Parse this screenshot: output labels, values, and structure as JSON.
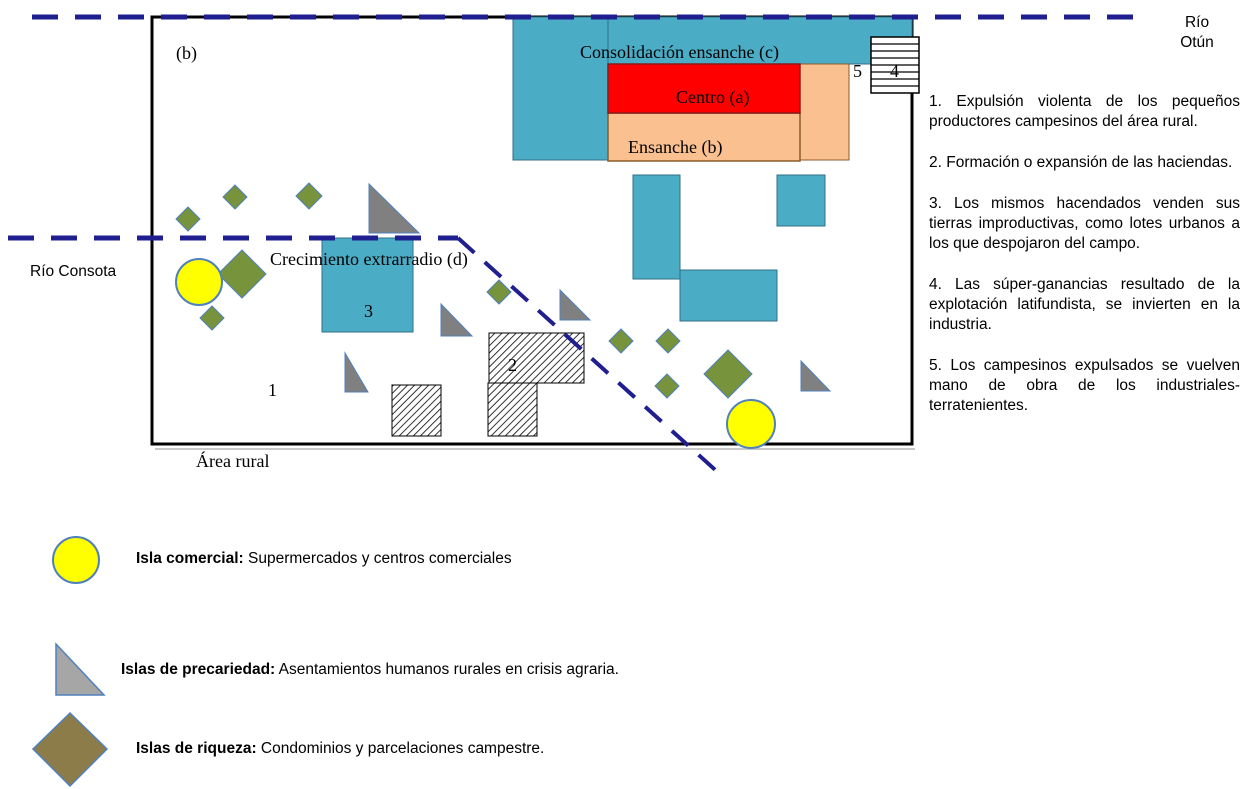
{
  "map_labels": {
    "b_corner": "(b)",
    "consolidacion": "Consolidación ensanche (c)",
    "centro": "Centro (a)",
    "ensanche": "Ensanche (b)",
    "crecimiento": "Crecimiento extrarradio (d)",
    "area_rural": "Área rural",
    "n1": "1",
    "n2": "2",
    "n3": "3",
    "n4": "4",
    "n5": "5"
  },
  "rivers": {
    "otun_line1": "Río",
    "otun_line2": "Otún",
    "consota": "Río Consota"
  },
  "notes": [
    "1. Expulsión violenta de los pequeños productores campesinos del área rural.",
    "2. Formación o expansión de las haciendas.",
    "3. Los mismos hacendados venden sus tierras improductivas, como lotes urbanos a los que despojaron del campo.",
    "4. Las súper-ganancias resultado de la explotación latifundista, se invierten en la industria.",
    "5. Los campesinos expulsados se vuelven mano de obra de los industriales-terratenientes."
  ],
  "legend": {
    "comercial": {
      "term": "Isla comercial:",
      "desc": " Supermercados y centros comerciales"
    },
    "precariedad": {
      "term": "Islas de precariedad:",
      "desc": " Asentamientos humanos rurales en crisis agraria."
    },
    "riqueza": {
      "term": "Islas de riqueza:",
      "desc": " Condominios y parcelaciones campestre."
    }
  },
  "colors": {
    "teal": "#4bacc6",
    "red": "#ff0000",
    "peach": "#fac090",
    "green": "#77933c",
    "gray": "#a6a6a6",
    "yellow": "#ffff00",
    "river": "#1f1f8f",
    "olive": "#8c7c4a"
  }
}
